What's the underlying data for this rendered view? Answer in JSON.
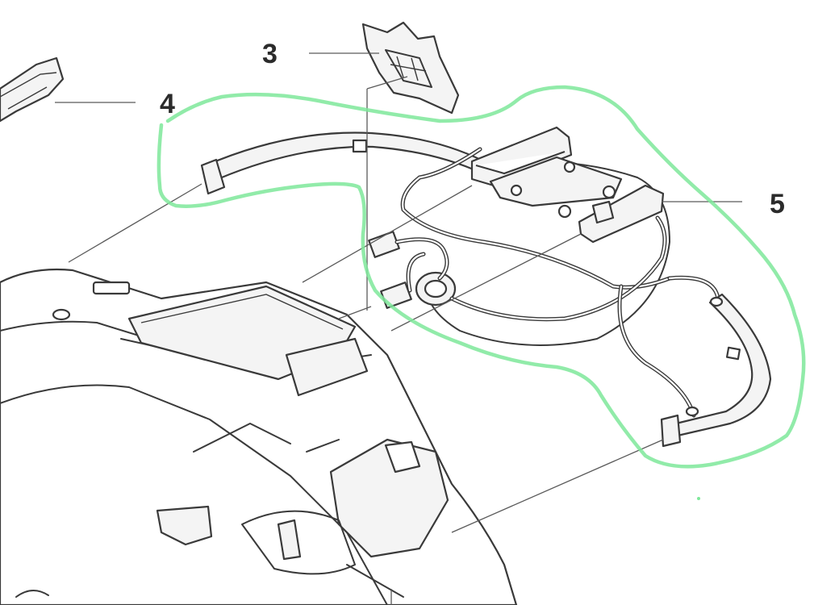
{
  "callouts": [
    {
      "id": "3",
      "label": "3"
    },
    {
      "id": "4",
      "label": "4"
    },
    {
      "id": "5",
      "label": "5"
    }
  ],
  "colors": {
    "highlight": "#7ee89a",
    "ink": "#3a3a3a",
    "background": "#ffffff"
  },
  "icons": [
    "husqvarna-crown-emblem"
  ]
}
